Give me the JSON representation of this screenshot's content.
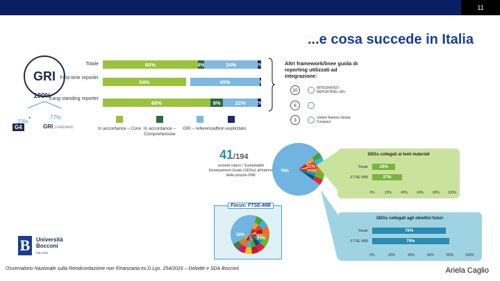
{
  "slide": {
    "page_number": "11",
    "title": "...e cosa succede in Italia"
  },
  "gri": {
    "label": "GRI",
    "total": "100%",
    "g4_pct": "23%",
    "asterisk": "*",
    "std_pct": "77%",
    "g4_label": "G4",
    "std_label": "GRI",
    "std_sub": "STANDARD"
  },
  "bars": {
    "rows": [
      {
        "label": "Totale",
        "values": [
          "60%",
          "4%",
          "34%",
          "2%"
        ],
        "shares": [
          60,
          4,
          34,
          2
        ]
      },
      {
        "label": "First-time reporter",
        "values": [
          "54%",
          "0%",
          "45%",
          "1%"
        ],
        "shares": [
          54,
          0,
          45,
          1
        ]
      },
      {
        "label": "Long-standing reporter",
        "values": [
          "68%",
          "8%",
          "22%",
          "2%"
        ],
        "shares": [
          68,
          8,
          22,
          2
        ]
      }
    ],
    "colors": [
      "#9bc23c",
      "#2e6b3a",
      "#7fb9e0",
      "#1b2a6a"
    ],
    "legend": [
      "In accordance – Core",
      "In accordance – Comprehensive",
      "GRI – referenced",
      "Non esplicitato"
    ]
  },
  "other_frameworks": {
    "title": "Altri framework/linee guida di reporting utilizzati ad integrazione:",
    "items": [
      {
        "count": "10",
        "name": "INTEGRATED REPORTING <IR>",
        "icon": "ir-logo-icon"
      },
      {
        "count": "6",
        "name": "",
        "icon": "globe-logo-icon"
      },
      {
        "count": "3",
        "name": "United Nations Global Compact",
        "icon": "un-logo-icon"
      }
    ]
  },
  "sdg": {
    "count": "41",
    "total": "/194",
    "description": "società citano i Sustainable Development Goals (SDGs) all'interno della propria DNF",
    "pie_pct": "79%",
    "wedge_pct": "21%"
  },
  "focus": {
    "title": "Focus: FTSE-MIB",
    "pie_pct": "39%",
    "wedge_pct": "61%"
  },
  "panel_material": {
    "title": "SDGs collegati ai temi materiali",
    "rows": [
      {
        "label": "Totale",
        "value": "29%",
        "share": 29
      },
      {
        "label": "FTSE MIB",
        "value": "37%",
        "share": 37
      }
    ],
    "axis": [
      "0%",
      "20%",
      "40%",
      "60%",
      "80%",
      "100%"
    ]
  },
  "panel_future": {
    "title": "SDGs collegati agli obiettivi futuri",
    "rows": [
      {
        "label": "Totale",
        "value": "76%",
        "share": 76
      },
      {
        "label": "FTSE MIB",
        "value": "79%",
        "share": 79
      }
    ],
    "axis": [
      "0%",
      "20%",
      "40%",
      "60%",
      "80%",
      "100%"
    ]
  },
  "university": {
    "letter": "B",
    "name_line1": "Università",
    "name_line2": "Bocconi",
    "city": "MILANO"
  },
  "footer": {
    "note": "Osservatorio Nazionale sulla Rendicontazione non Finanziaria ex D.Lgs. 254/2016 – Deloitte e SDA Bocconi",
    "author": "Ariela Caglio"
  },
  "colors": {
    "navy": "#0a1f62",
    "title_blue": "#1a3d94",
    "light_green": "#9bc23c",
    "dark_green": "#2e6b3a",
    "light_blue": "#7fb9e0",
    "dark_navy": "#1b2a6a",
    "panel_green": "#c9e39c",
    "panel_blue": "#9fd3e2",
    "teal_bar": "#2a8ab0"
  }
}
